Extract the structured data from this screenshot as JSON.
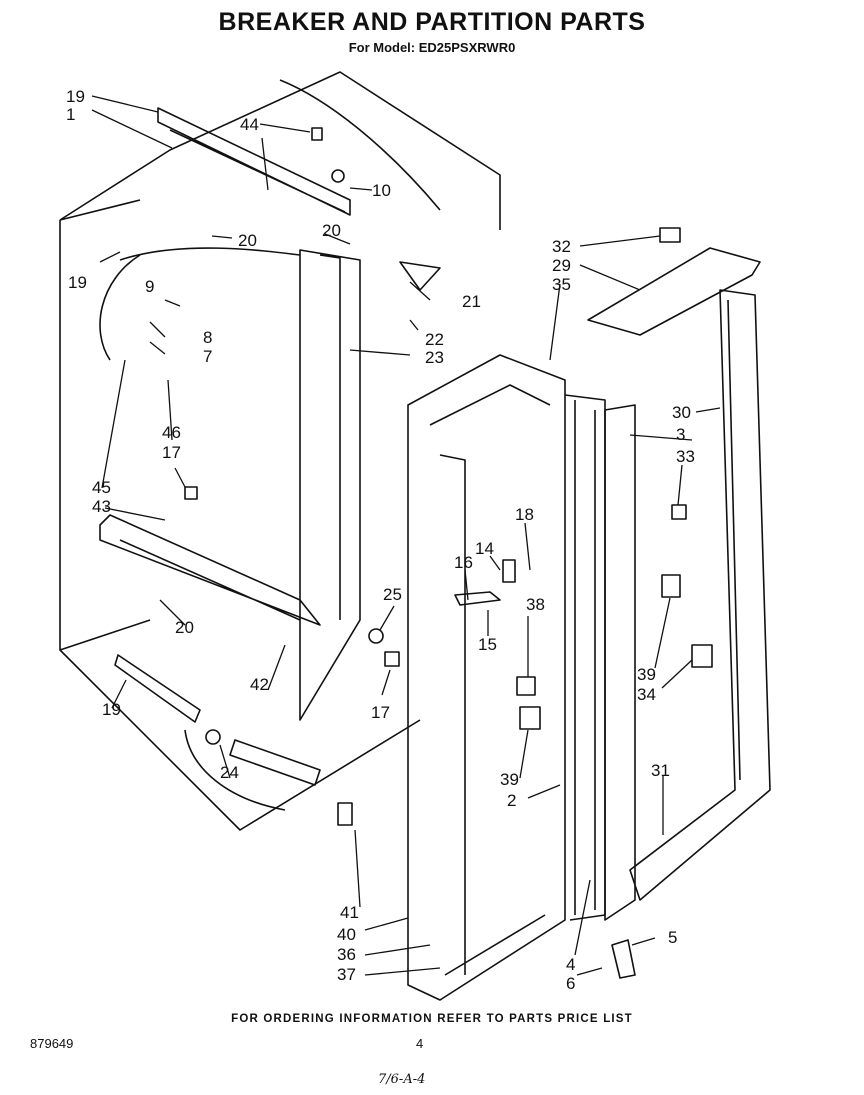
{
  "header": {
    "title": "BREAKER AND PARTITION PARTS",
    "subtitle": "For Model: ED25PSXRWR0"
  },
  "footer": {
    "ordering_note": "FOR ORDERING INFORMATION REFER TO PARTS PRICE LIST",
    "document_number": "879649",
    "page_number": "4",
    "handwritten_code": "7/6-A-4"
  },
  "part_callouts": [
    "19",
    "1",
    "44",
    "10",
    "20",
    "20",
    "19",
    "9",
    "8",
    "7",
    "21",
    "22",
    "23",
    "32",
    "29",
    "35",
    "30",
    "3",
    "33",
    "46",
    "17",
    "45",
    "43",
    "18",
    "14",
    "16",
    "15",
    "25",
    "38",
    "20",
    "42",
    "17",
    "19",
    "24",
    "39",
    "34",
    "39",
    "2",
    "31",
    "41",
    "40",
    "36",
    "37",
    "5",
    "4",
    "6"
  ]
}
